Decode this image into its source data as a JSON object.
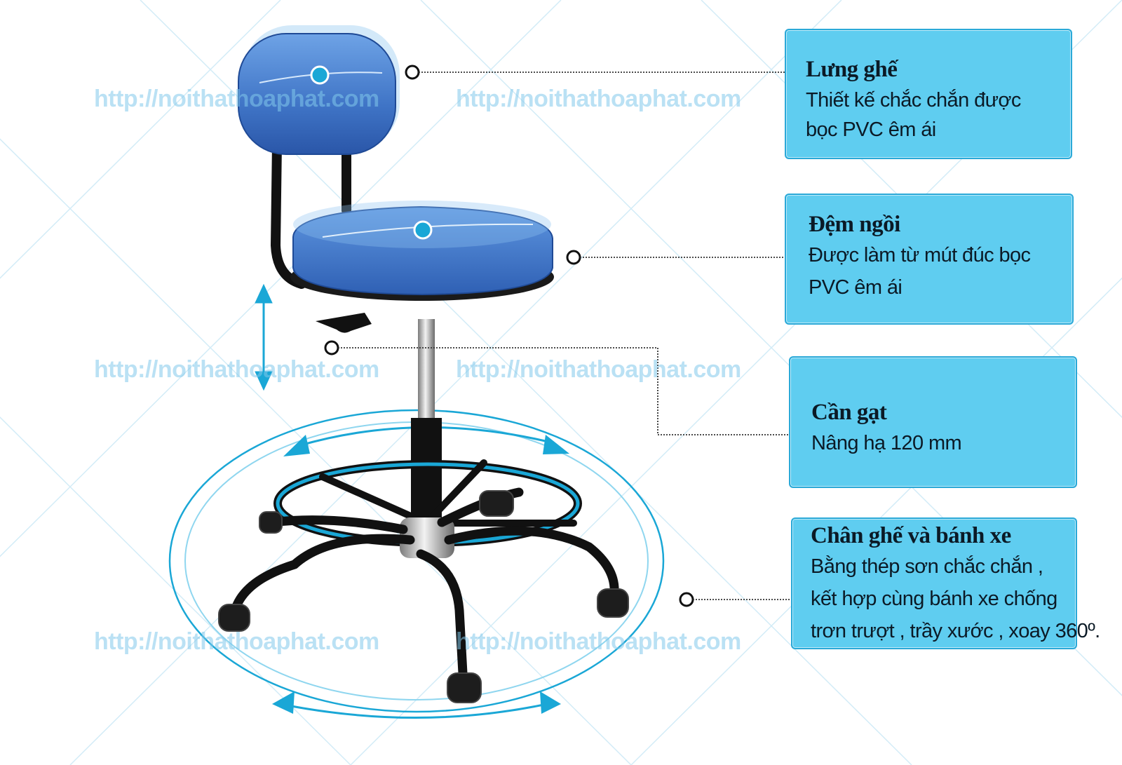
{
  "watermark": "http://noithathoaphat.com",
  "colors": {
    "callout_fill": "#5fcdf0",
    "callout_border": "#2aa9d8",
    "seat_blue": "#3e78c8",
    "accent_cyan": "#1aa7d6",
    "frame_black": "#111111"
  },
  "callouts": [
    {
      "title": "Lưng ghế",
      "lines": [
        "Thiết kế chắc chắn được",
        "bọc PVC êm ái"
      ]
    },
    {
      "title": "Đệm ngồi",
      "lines": [
        "Được làm từ mút đúc bọc",
        "PVC êm ái"
      ]
    },
    {
      "title": "Cần gạt",
      "lines": [
        "Nâng hạ 120 mm"
      ]
    },
    {
      "title": "Chân ghế và bánh xe",
      "lines": [
        "Bằng thép sơn chắc chắn ,",
        "kết hợp cùng bánh xe chống",
        "trơn trượt , trầy xước , xoay 360º."
      ]
    }
  ],
  "icons": [
    "height-adjust-arrow-icon",
    "swivel-rotation-arrow-icon"
  ]
}
